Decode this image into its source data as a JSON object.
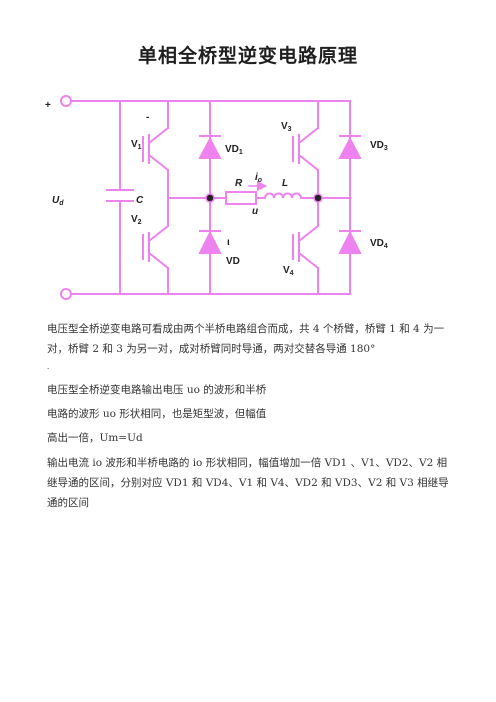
{
  "title": "单相全桥型逆变电路原理",
  "circuit": {
    "plus_sign": "+",
    "source_label": "U",
    "source_sub": "d",
    "capacitor_label": "C",
    "v1_label": "V",
    "v1_sub": "1",
    "v2_label": "V",
    "v2_sub": "2",
    "v3_label": "V",
    "v3_sub": "3",
    "v4_label": "V",
    "v4_sub": "4",
    "vd1_label": "VD",
    "vd1_sub": "1",
    "vd3_label": "VD",
    "vd3_sub": "3",
    "vd4_label": "VD",
    "vd4_sub": "4",
    "r_label": "R",
    "l_label": "L",
    "io_label": "i",
    "io_sub": "o",
    "u_label": "u",
    "frag_dash": "-",
    "frag_mark": "ι",
    "frag_vd": "VD",
    "colors": {
      "circuit": "#EE82EE",
      "text": "#222222"
    }
  },
  "paragraphs": {
    "p1": "电压型全桥逆变电路可看成由两个半桥电路组合而成，共 4 个桥臂，桥臂 1 和 4 为一对，桥臂 2 和 3 为另一对，成对桥臂同时导通，两对交替各导通 180°",
    "p1_tail": "·",
    "p2": "电压型全桥逆变电路输出电压 uo 的波形和半桥",
    "p3": "电路的波形 uo 形状相同，也是矩型波，但幅值",
    "p4": "高出一倍，Um=Ud",
    "p5": "输出电流 io 波形和半桥电路的 io 形状相同，幅值增加一倍 VD1 、V1、VD2、V2 相继导通的区间，分别对应 VD1 和 VD4、V1 和 V4、VD2 和 VD3、V2 和 V3 相继导通的区间"
  }
}
